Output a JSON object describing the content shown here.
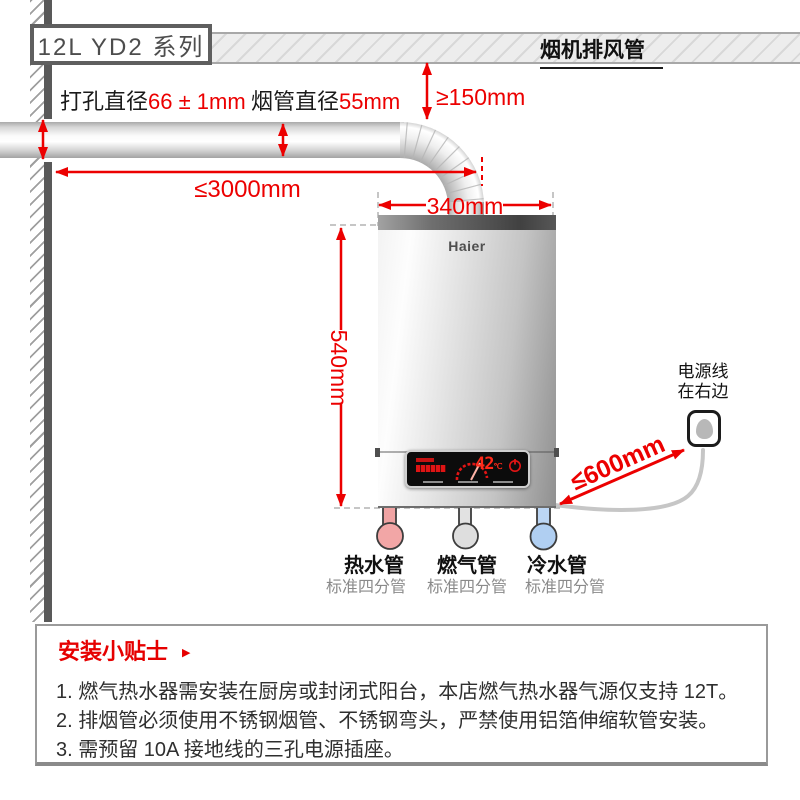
{
  "header": {
    "series_label": "12L  YD2 系列",
    "duct_band_label": "烟机排风管"
  },
  "dimensions": {
    "hole_prefix": "打孔直径",
    "hole_value": "66 ± 1mm",
    "duct_dia_prefix": "烟管直径",
    "duct_dia_value": "55mm",
    "top_clearance": "≥150mm",
    "max_duct_length": "≤3000mm",
    "heater_width": "340mm",
    "heater_height": "540mm",
    "max_cord_length": "≤600mm"
  },
  "heater": {
    "brand": "Haier",
    "display_temp": "42",
    "display_unit": "℃"
  },
  "power_note": {
    "line1": "电源线",
    "line2": "在右边"
  },
  "pipes": [
    {
      "name": "热水管",
      "spec": "标准四分管",
      "color": "#f2a6a6"
    },
    {
      "name": "燃气管",
      "spec": "标准四分管",
      "color": "#dedede"
    },
    {
      "name": "冷水管",
      "spec": "标准四分管",
      "color": "#b0cff2"
    }
  ],
  "tips": {
    "title": "安装小贴士",
    "items": [
      "1. 燃气热水器需安装在厨房或封闭式阳台，本店燃气热水器气源仅支持 12T。",
      "2. 排烟管必须使用不锈钢烟管、不锈钢弯头，严禁使用铝箔伸缩软管安装。",
      "3. 需预留 10A 接地线的三孔电源插座。"
    ]
  },
  "colors": {
    "accent_red": "#ec0000",
    "wall_gray": "#595959",
    "tips_title_red": "#e60000"
  }
}
